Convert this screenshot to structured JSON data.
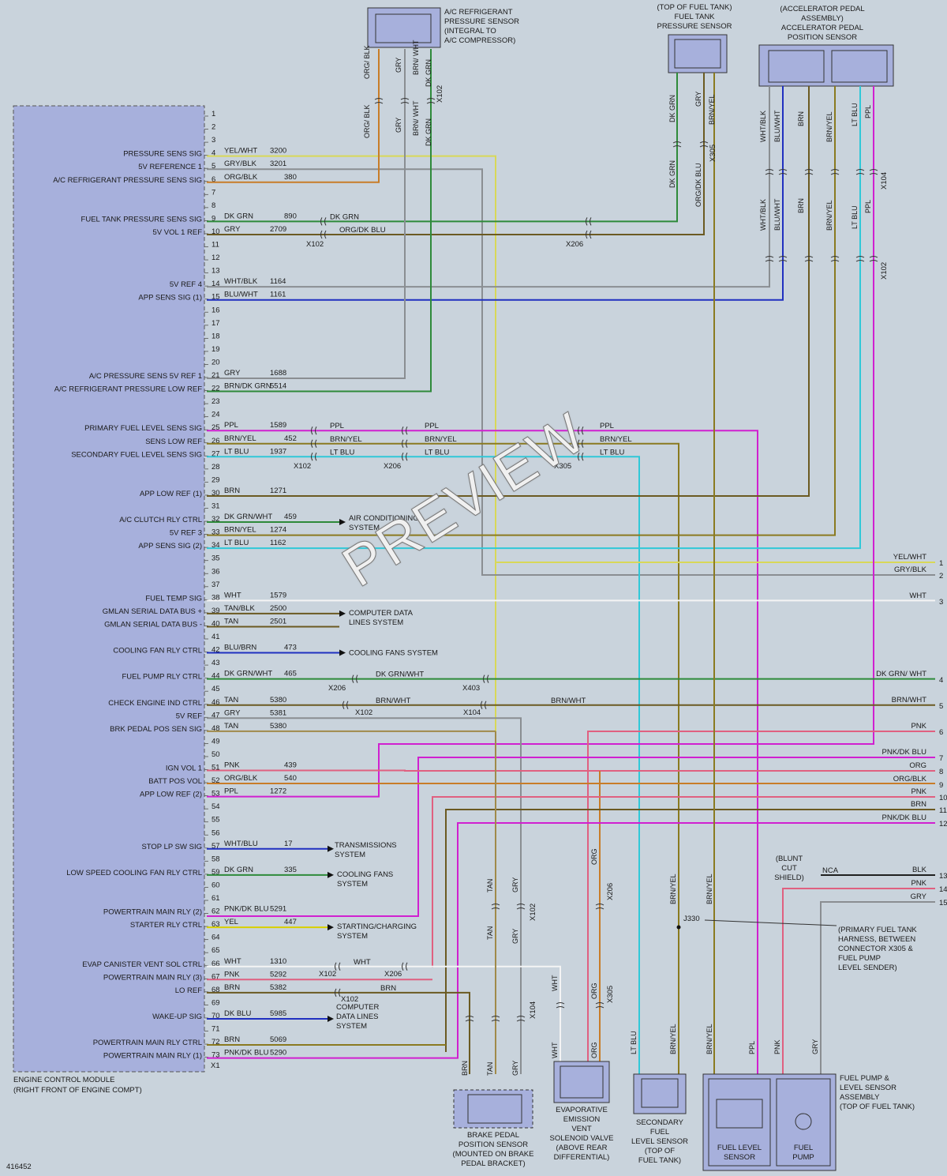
{
  "diagram_id": "416452",
  "ecm": {
    "title": "ENGINE CONTROL MODULE",
    "subtitle": "(RIGHT FRONT OF ENGINE COMPT)",
    "connector": "X1"
  },
  "ecm_pins": [
    {
      "pin": "1",
      "label": "",
      "color": "",
      "circuit": ""
    },
    {
      "pin": "2",
      "label": "",
      "color": "",
      "circuit": ""
    },
    {
      "pin": "3",
      "label": "",
      "color": "",
      "circuit": ""
    },
    {
      "pin": "4",
      "label": "PRESSURE SENS SIG",
      "color": "YEL/WHT",
      "circuit": "3200"
    },
    {
      "pin": "5",
      "label": "5V REFERENCE 1",
      "color": "GRY/BLK",
      "circuit": "3201"
    },
    {
      "pin": "6",
      "label": "A/C REFRIGERANT PRESSURE SENS SIG",
      "color": "ORG/BLK",
      "circuit": "380"
    },
    {
      "pin": "7",
      "label": "",
      "color": "",
      "circuit": ""
    },
    {
      "pin": "8",
      "label": "",
      "color": "",
      "circuit": ""
    },
    {
      "pin": "9",
      "label": "FUEL TANK PRESSURE SENS SIG",
      "color": "DK GRN",
      "circuit": "890"
    },
    {
      "pin": "10",
      "label": "5V VOL 1 REF",
      "color": "GRY",
      "circuit": "2709"
    },
    {
      "pin": "11",
      "label": "",
      "color": "",
      "circuit": ""
    },
    {
      "pin": "12",
      "label": "",
      "color": "",
      "circuit": ""
    },
    {
      "pin": "13",
      "label": "",
      "color": "",
      "circuit": ""
    },
    {
      "pin": "14",
      "label": "5V REF 4",
      "color": "WHT/BLK",
      "circuit": "1164"
    },
    {
      "pin": "15",
      "label": "APP SENS SIG (1)",
      "color": "BLU/WHT",
      "circuit": "1161"
    },
    {
      "pin": "16",
      "label": "",
      "color": "",
      "circuit": ""
    },
    {
      "pin": "17",
      "label": "",
      "color": "",
      "circuit": ""
    },
    {
      "pin": "18",
      "label": "",
      "color": "",
      "circuit": ""
    },
    {
      "pin": "19",
      "label": "",
      "color": "",
      "circuit": ""
    },
    {
      "pin": "20",
      "label": "",
      "color": "",
      "circuit": ""
    },
    {
      "pin": "21",
      "label": "A/C PRESSURE SENS 5V REF 1",
      "color": "GRY",
      "circuit": "1688"
    },
    {
      "pin": "22",
      "label": "A/C REFRIGERANT PRESSURE LOW REF",
      "color": "BRN/DK GRN",
      "circuit": "5514"
    },
    {
      "pin": "23",
      "label": "",
      "color": "",
      "circuit": ""
    },
    {
      "pin": "24",
      "label": "",
      "color": "",
      "circuit": ""
    },
    {
      "pin": "25",
      "label": "PRIMARY FUEL LEVEL SENS SIG",
      "color": "PPL",
      "circuit": "1589"
    },
    {
      "pin": "26",
      "label": "SENS LOW REF",
      "color": "BRN/YEL",
      "circuit": "452"
    },
    {
      "pin": "27",
      "label": "SECONDARY FUEL LEVEL SENS SIG",
      "color": "LT BLU",
      "circuit": "1937"
    },
    {
      "pin": "28",
      "label": "",
      "color": "",
      "circuit": ""
    },
    {
      "pin": "29",
      "label": "",
      "color": "",
      "circuit": ""
    },
    {
      "pin": "30",
      "label": "APP LOW REF (1)",
      "color": "BRN",
      "circuit": "1271"
    },
    {
      "pin": "31",
      "label": "",
      "color": "",
      "circuit": ""
    },
    {
      "pin": "32",
      "label": "A/C CLUTCH RLY CTRL",
      "color": "DK GRN/WHT",
      "circuit": "459"
    },
    {
      "pin": "33",
      "label": "5V REF 3",
      "color": "BRN/YEL",
      "circuit": "1274"
    },
    {
      "pin": "34",
      "label": "APP SENS SIG (2)",
      "color": "LT BLU",
      "circuit": "1162"
    },
    {
      "pin": "35",
      "label": "",
      "color": "",
      "circuit": ""
    },
    {
      "pin": "36",
      "label": "",
      "color": "",
      "circuit": ""
    },
    {
      "pin": "37",
      "label": "",
      "color": "",
      "circuit": ""
    },
    {
      "pin": "38",
      "label": "FUEL TEMP SIG",
      "color": "WHT",
      "circuit": "1579"
    },
    {
      "pin": "39",
      "label": "GMLAN SERIAL DATA BUS +",
      "color": "TAN/BLK",
      "circuit": "2500"
    },
    {
      "pin": "40",
      "label": "GMLAN SERIAL DATA BUS -",
      "color": "TAN",
      "circuit": "2501"
    },
    {
      "pin": "41",
      "label": "",
      "color": "",
      "circuit": ""
    },
    {
      "pin": "42",
      "label": "COOLING FAN RLY CTRL",
      "color": "BLU/BRN",
      "circuit": "473"
    },
    {
      "pin": "43",
      "label": "",
      "color": "",
      "circuit": ""
    },
    {
      "pin": "44",
      "label": "FUEL PUMP RLY CTRL",
      "color": "DK GRN/WHT",
      "circuit": "465"
    },
    {
      "pin": "45",
      "label": "",
      "color": "",
      "circuit": ""
    },
    {
      "pin": "46",
      "label": "CHECK ENGINE IND CTRL",
      "color": "TAN",
      "circuit": "5380"
    },
    {
      "pin": "47",
      "label": "5V REF",
      "color": "GRY",
      "circuit": "5381"
    },
    {
      "pin": "48",
      "label": "BRK PEDAL POS SEN SIG",
      "color": "TAN",
      "circuit": "5380"
    },
    {
      "pin": "49",
      "label": "",
      "color": "",
      "circuit": ""
    },
    {
      "pin": "50",
      "label": "",
      "color": "",
      "circuit": ""
    },
    {
      "pin": "51",
      "label": "IGN VOL 1",
      "color": "PNK",
      "circuit": "439"
    },
    {
      "pin": "52",
      "label": "BATT POS VOL",
      "color": "ORG/BLK",
      "circuit": "540"
    },
    {
      "pin": "53",
      "label": "APP LOW REF (2)",
      "color": "PPL",
      "circuit": "1272"
    },
    {
      "pin": "54",
      "label": "",
      "color": "",
      "circuit": ""
    },
    {
      "pin": "55",
      "label": "",
      "color": "",
      "circuit": ""
    },
    {
      "pin": "56",
      "label": "",
      "color": "",
      "circuit": ""
    },
    {
      "pin": "57",
      "label": "STOP LP SW SIG",
      "color": "WHT/BLU",
      "circuit": "17"
    },
    {
      "pin": "58",
      "label": "",
      "color": "",
      "circuit": ""
    },
    {
      "pin": "59",
      "label": "LOW SPEED COOLING FAN RLY CTRL",
      "color": "DK GRN",
      "circuit": "335"
    },
    {
      "pin": "60",
      "label": "",
      "color": "",
      "circuit": ""
    },
    {
      "pin": "61",
      "label": "",
      "color": "",
      "circuit": ""
    },
    {
      "pin": "62",
      "label": "POWERTRAIN MAIN RLY (2)",
      "color": "PNK/DK BLU",
      "circuit": "5291"
    },
    {
      "pin": "63",
      "label": "STARTER RLY CTRL",
      "color": "YEL",
      "circuit": "447"
    },
    {
      "pin": "64",
      "label": "",
      "color": "",
      "circuit": ""
    },
    {
      "pin": "65",
      "label": "",
      "color": "",
      "circuit": ""
    },
    {
      "pin": "66",
      "label": "EVAP CANISTER VENT SOL CTRL",
      "color": "WHT",
      "circuit": "1310"
    },
    {
      "pin": "67",
      "label": "POWERTRAIN MAIN RLY (3)",
      "color": "PNK",
      "circuit": "5292"
    },
    {
      "pin": "68",
      "label": "LO REF",
      "color": "BRN",
      "circuit": "5382"
    },
    {
      "pin": "69",
      "label": "",
      "color": "",
      "circuit": ""
    },
    {
      "pin": "70",
      "label": "WAKE-UP SIG",
      "color": "DK BLU",
      "circuit": "5985"
    },
    {
      "pin": "71",
      "label": "",
      "color": "",
      "circuit": ""
    },
    {
      "pin": "72",
      "label": "POWERTRAIN MAIN RLY CTRL",
      "color": "BRN",
      "circuit": "5069"
    },
    {
      "pin": "73",
      "label": "POWERTRAIN MAIN RLY (1)",
      "color": "PNK/DK BLU",
      "circuit": "5290"
    }
  ],
  "system_labels": {
    "ac": [
      "AIR CONDITIONING",
      "SYSTEM"
    ],
    "data1": [
      "COMPUTER DATA",
      "LINES SYSTEM"
    ],
    "fans1": [
      "COOLING FANS SYSTEM"
    ],
    "trans": [
      "TRANSMISSIONS",
      "SYSTEM"
    ],
    "fans2": [
      "COOLING FANS",
      "SYSTEM"
    ],
    "starting": [
      "STARTING/CHARGING",
      "SYSTEM"
    ],
    "data2": [
      "COMPUTER",
      "DATA LINES",
      "SYSTEM"
    ]
  },
  "components": {
    "ac_sensor": [
      "A/C REFRIGERANT",
      "PRESSURE SENSOR",
      "(INTEGRAL TO",
      "A/C COMPRESSOR)"
    ],
    "ftp_sensor": [
      "(TOP OF FUEL TANK)",
      "FUEL TANK",
      "PRESSURE SENSOR"
    ],
    "app_sensor": [
      "(ACCELERATOR PEDAL",
      "ASSEMBLY)",
      "ACCELERATOR PEDAL",
      "POSITION SENSOR"
    ],
    "brake_sensor": [
      "BRAKE PEDAL",
      "POSITION SENSOR",
      "(MOUNTED ON BRAKE",
      "PEDAL BRACKET)"
    ],
    "evap": [
      "EVAPORATIVE",
      "EMISSION",
      "VENT",
      "SOLENOID VALVE",
      "(ABOVE REAR",
      "DIFFERENTIAL)"
    ],
    "sec_fuel": [
      "SECONDARY",
      "FUEL",
      "LEVEL SENSOR",
      "(TOP OF",
      "FUEL TANK)"
    ],
    "pump_assembly": [
      "FUEL PUMP &",
      "LEVEL SENSOR",
      "ASSEMBLY",
      "(TOP OF FUEL TANK)"
    ],
    "fuel_level": [
      "FUEL LEVEL",
      "SENSOR"
    ],
    "fuel_pump": [
      "FUEL",
      "PUMP"
    ],
    "splice": "J330",
    "splice_note": [
      "(PRIMARY FUEL TANK",
      "HARNESS, BETWEEN",
      "CONNECTOR X305 &",
      "FUEL PUMP",
      "LEVEL SENDER)"
    ],
    "shield": [
      "(BLUNT",
      "CUT",
      "SHIELD)"
    ],
    "nca": "NCA"
  },
  "connectors": {
    "x102": "X102",
    "x206": "X206",
    "x305": "X305",
    "x104": "X104",
    "x403": "X403"
  },
  "right_pins": [
    {
      "pin": "1",
      "color": "YEL/WHT"
    },
    {
      "pin": "2",
      "color": "GRY/BLK"
    },
    {
      "pin": "3",
      "color": "WHT"
    },
    {
      "pin": "4",
      "color": "DK GRN/ WHT"
    },
    {
      "pin": "5",
      "color": "BRN/WHT"
    },
    {
      "pin": "6",
      "color": "PNK"
    },
    {
      "pin": "7",
      "color": "PNK/DK BLU"
    },
    {
      "pin": "8",
      "color": "ORG"
    },
    {
      "pin": "9",
      "color": "ORG/BLK"
    },
    {
      "pin": "10",
      "color": "PNK"
    },
    {
      "pin": "11",
      "color": "BRN"
    },
    {
      "pin": "12",
      "color": "PNK/DK BLU"
    },
    {
      "pin": "13",
      "color": "BLK"
    },
    {
      "pin": "14",
      "color": "PNK"
    },
    {
      "pin": "15",
      "color": "GRY"
    }
  ],
  "wire_colors": {
    "yel": "#d8d000",
    "gry": "#8a8e92",
    "org": "#c87c28",
    "dkgrn": "#2e8a3a",
    "brn": "#6b5a22",
    "brnyel": "#8a7a20",
    "blu": "#2030c0",
    "ppl": "#d020d0",
    "ltblu": "#30c8d8",
    "pnk": "#e06080",
    "wht": "#f4f4f4",
    "tan": "#a08a4a",
    "blk": "#202020",
    "yelwht": "#d8d858"
  },
  "watermark": "PREVIEW"
}
